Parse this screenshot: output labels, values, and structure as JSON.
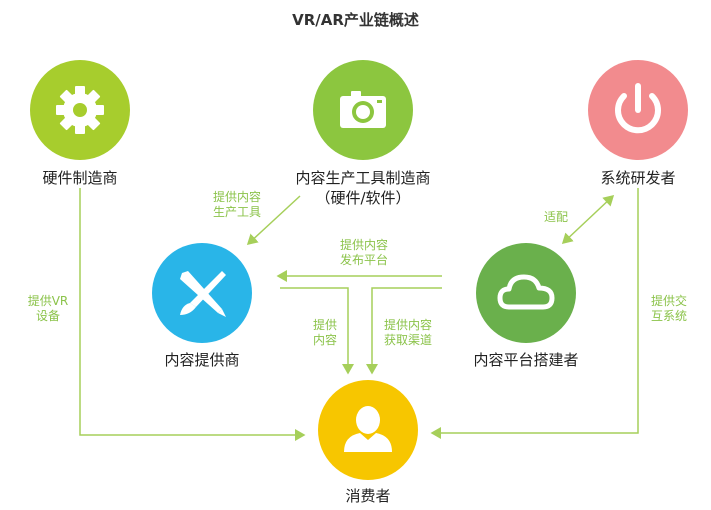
{
  "title": "VR/AR产业链概述",
  "colors": {
    "hardware": "#a7cd2d",
    "tools": "#8cc63f",
    "dev": "#f28b8e",
    "content": "#29b5e8",
    "platform": "#6ab04c",
    "consumer": "#f7c600",
    "line": "#a6cf5a",
    "edge_text": "#8bc34a"
  },
  "nodes": {
    "hardware": {
      "label": "硬件制造商",
      "icon": "gear-icon"
    },
    "tools": {
      "label_line1": "内容生产工具制造商",
      "label_line2": "（硬件/软件）",
      "icon": "camera-icon"
    },
    "dev": {
      "label": "系统研发者",
      "icon": "power-icon"
    },
    "content": {
      "label": "内容提供商",
      "icon": "pen-brush-icon"
    },
    "platform": {
      "label": "内容平台搭建者",
      "icon": "cloud-icon"
    },
    "consumer": {
      "label": "消费者",
      "icon": "user-icon"
    }
  },
  "edges": {
    "tools_to_content": {
      "line1": "提供内容",
      "line2": "生产工具"
    },
    "platform_to_content": {
      "line1": "提供内容",
      "line2": "发布平台"
    },
    "dev_platform": {
      "line1": "适配"
    },
    "hardware_to_consumer": {
      "line1": "提供VR",
      "line2": "设备"
    },
    "content_to_consumer": {
      "line1": "提供",
      "line2": "内容"
    },
    "platform_to_consumer": {
      "line1": "提供内容",
      "line2": "获取渠道"
    },
    "dev_to_consumer": {
      "line1": "提供交",
      "line2": "互系统"
    }
  }
}
